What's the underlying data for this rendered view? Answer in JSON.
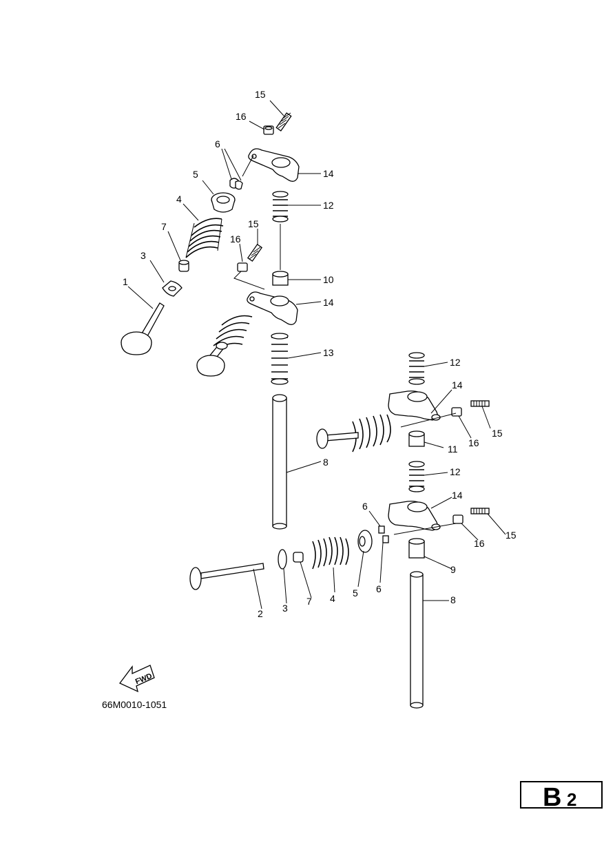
{
  "diagram": {
    "callouts": {
      "c1": "1",
      "c2": "2",
      "c3a": "3",
      "c3b": "3",
      "c4a": "4",
      "c4b": "4",
      "c5a": "5",
      "c5b": "5",
      "c6a": "6",
      "c6b": "6",
      "c6c": "6",
      "c7a": "7",
      "c7b": "7",
      "c8a": "8",
      "c8b": "8",
      "c9": "9",
      "c10": "10",
      "c11": "11",
      "c12a": "12",
      "c12b": "12",
      "c12c": "12",
      "c13": "13",
      "c14a": "14",
      "c14b": "14",
      "c14c": "14",
      "c14d": "14",
      "c15a": "15",
      "c15b": "15",
      "c15c": "15",
      "c15d": "15",
      "c16a": "16",
      "c16b": "16",
      "c16c": "16",
      "c16d": "16"
    },
    "fwd_label": "FWD",
    "drawing_code": "66M0010-1051",
    "section": {
      "letter": "B",
      "number": "2"
    }
  }
}
